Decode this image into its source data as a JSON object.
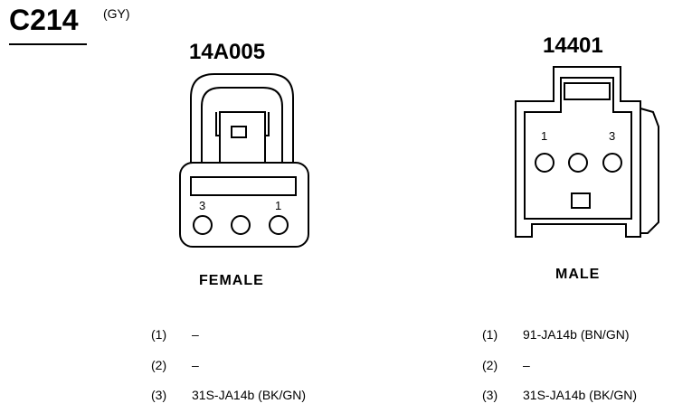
{
  "connector": {
    "id": "C214",
    "color": "(GY)"
  },
  "left_connector": {
    "part_number": "14A005",
    "gender": "FEMALE",
    "pin_labels": [
      "3",
      "1"
    ]
  },
  "right_connector": {
    "part_number": "14401",
    "gender": "MALE",
    "pin_labels": [
      "1",
      "3"
    ]
  },
  "left_pins": [
    {
      "num": "(1)",
      "desc": "–"
    },
    {
      "num": "(2)",
      "desc": "–"
    },
    {
      "num": "(3)",
      "desc": "31S-JA14b (BK/GN)"
    }
  ],
  "right_pins": [
    {
      "num": "(1)",
      "desc": "91-JA14b (BN/GN)"
    },
    {
      "num": "(2)",
      "desc": "–"
    },
    {
      "num": "(3)",
      "desc": "31S-JA14b (BK/GN)"
    }
  ]
}
